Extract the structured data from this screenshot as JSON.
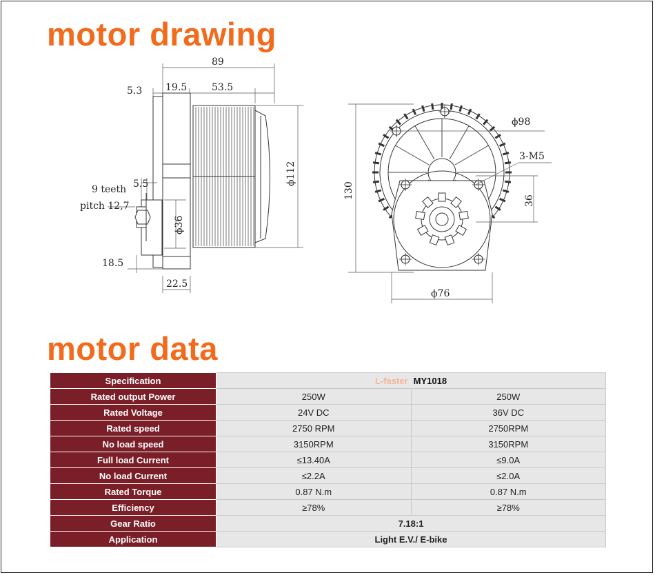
{
  "headings": {
    "drawing": "motor drawing",
    "data": "motor data"
  },
  "dimensions": {
    "d89": "89",
    "d5_3": "5.3",
    "d19_5": "19.5",
    "d53_5": "53.5",
    "d112": "ϕ112",
    "d9teeth": "9 teeth",
    "dpitch": "pitch 12,7",
    "d5_5": "5.5",
    "d36s": "ϕ36",
    "d18_5": "18.5",
    "d22_5": "22.5",
    "d130": "130",
    "d98": "ϕ98",
    "d3m5": "3-M5",
    "d36": "36",
    "d76": "ϕ76"
  },
  "table": {
    "header_label": "Specification",
    "brand": "L-faster",
    "model": "MY1018",
    "rows": [
      {
        "label": "Rated output Power",
        "a": "250W",
        "b": "250W"
      },
      {
        "label": "Rated Voltage",
        "a": "24V DC",
        "b": "36V DC"
      },
      {
        "label": "Rated speed",
        "a": "2750 RPM",
        "b": "2750RPM"
      },
      {
        "label": "No load speed",
        "a": "3150RPM",
        "b": "3150RPM"
      },
      {
        "label": "Full load Current",
        "a": "≤13.40A",
        "b": "≤9.0A"
      },
      {
        "label": "No load Current",
        "a": "≤2.2A",
        "b": "≤2.0A"
      },
      {
        "label": "Rated Torque",
        "a": "0.87 N.m",
        "b": "0.87 N.m"
      },
      {
        "label": "Efficiency",
        "a": "≥78%",
        "b": "≥78%"
      }
    ],
    "gear_label": "Gear Ratio",
    "gear_value": "7.18:1",
    "app_label": "Application",
    "app_value": "Light E.V./ E-bike"
  },
  "colors": {
    "heading": "#f26b1d",
    "label_bg": "#7a1e28",
    "value_bg": "#e7e7e7"
  }
}
